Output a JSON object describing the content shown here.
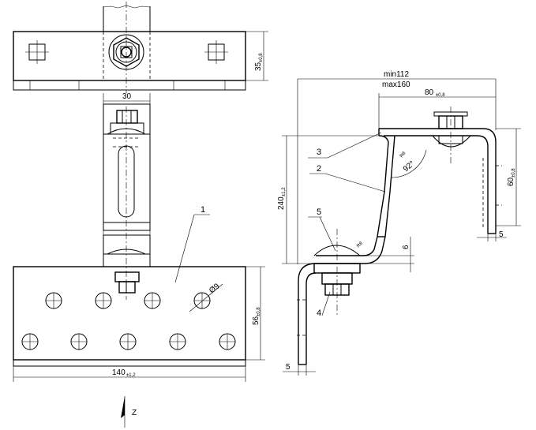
{
  "leaders": {
    "part1": "1",
    "part2": "2",
    "part3": "3",
    "part4": "4",
    "part5": "5"
  },
  "dims": {
    "top_height": "35",
    "top_height_tol": "±0,8",
    "width_30": "30",
    "hole_dia": "Ø9",
    "plate_height": "56",
    "plate_height_tol": "±0,8",
    "plate_width": "140",
    "plate_width_tol": "±1,2",
    "min_len": "min112",
    "max_len": "max160",
    "offset_80": "80",
    "offset_80_tol": "±0,8",
    "height_240": "240",
    "height_240_tol": "±1,2",
    "height_60": "60",
    "height_60_tol": "±0,8",
    "thick_5_right": "5",
    "thick_5_left": "5",
    "gap_6": "6",
    "angle_92": "92°",
    "radius_r8_a": "R8",
    "radius_r8_b": "R8"
  },
  "axis": {
    "label": "Z"
  }
}
